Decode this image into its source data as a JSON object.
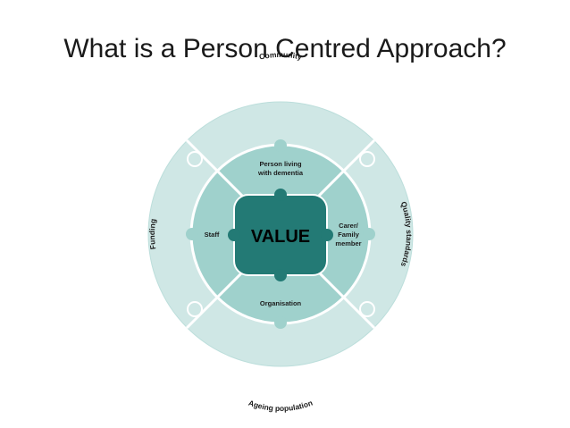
{
  "slide": {
    "title": "What is a Person Centred Approach?"
  },
  "diagram": {
    "center": "VALUE",
    "inner_ring": {
      "top": [
        "Person living",
        "with dementia"
      ],
      "left": "Staff",
      "right": [
        "Carer/",
        "Family",
        "member"
      ],
      "bottom": "Organisation"
    },
    "outer_ring": {
      "top": "Community",
      "right": "Quality standards",
      "bottom": "Ageing population",
      "left": "Funding"
    },
    "colors": {
      "outer_ring": "#cfe7e5",
      "inner_ring": "#9fd1cc",
      "core": "#237a75",
      "border": "#ffffff"
    }
  }
}
